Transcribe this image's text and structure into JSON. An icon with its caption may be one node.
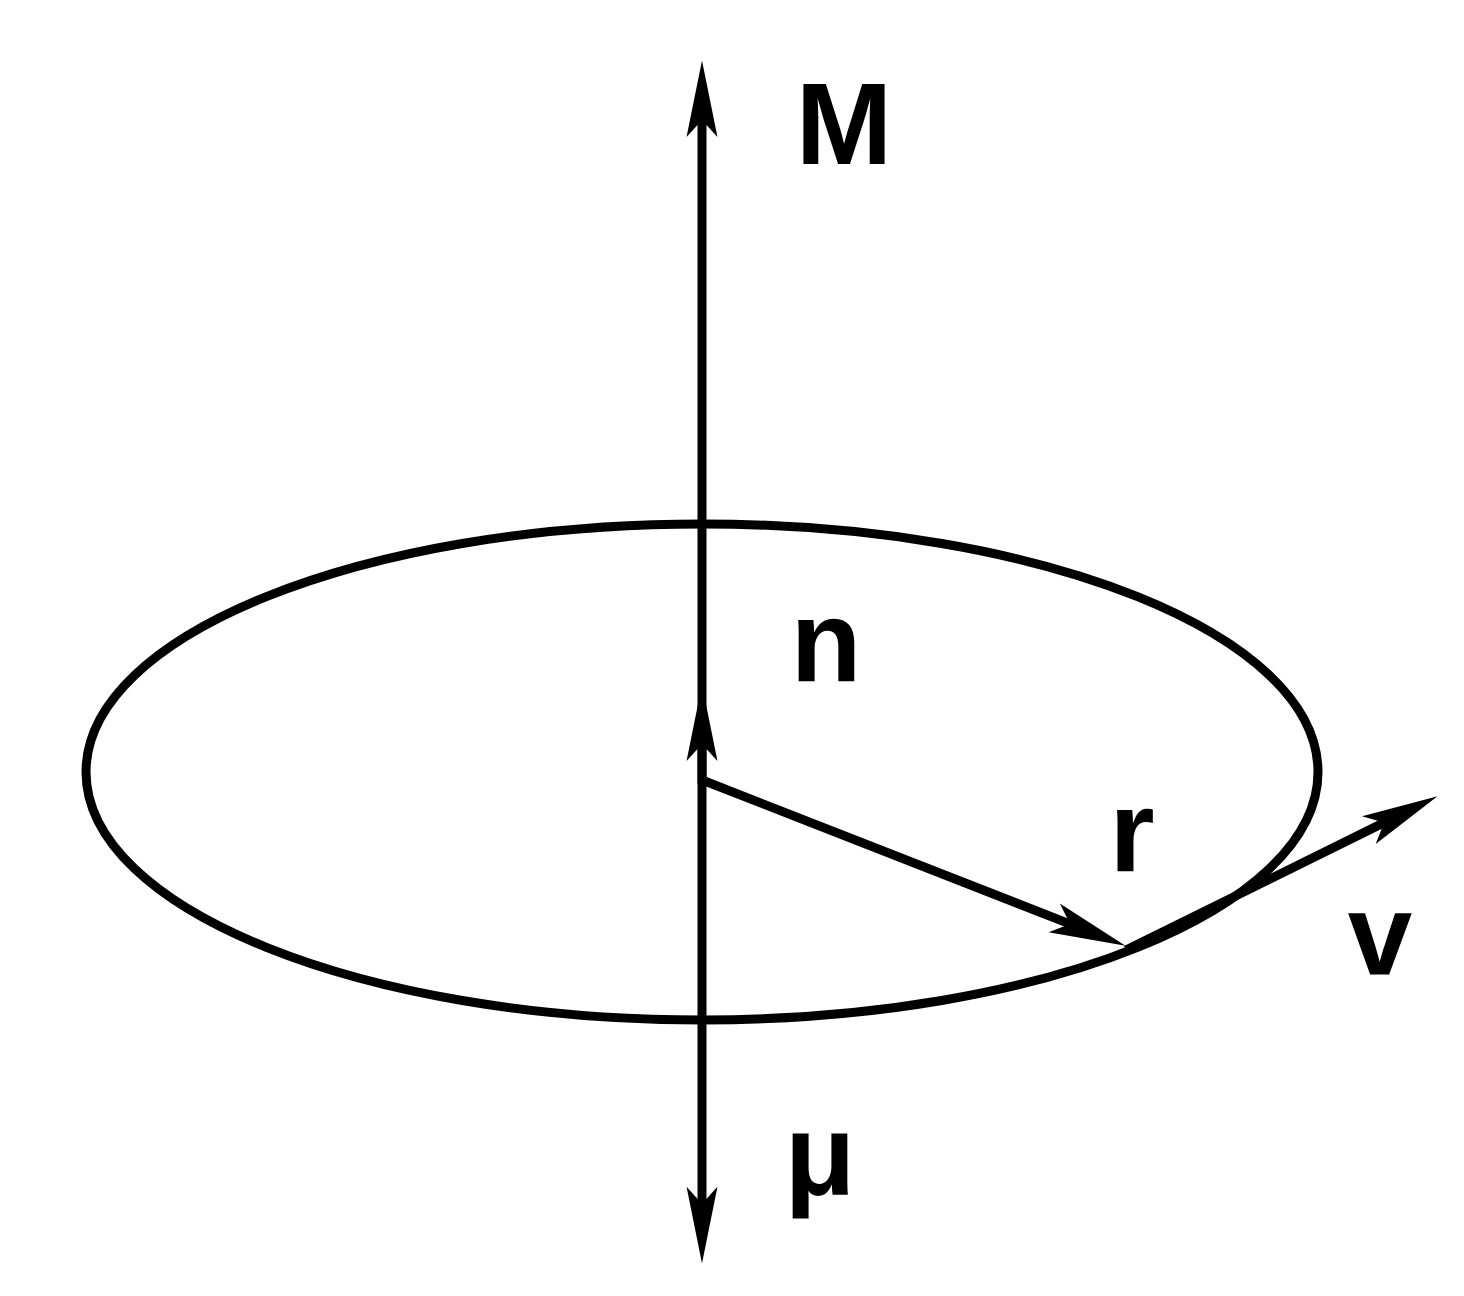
{
  "diagram": {
    "labels": [
      "M",
      "n",
      "r",
      "v",
      "μ"
    ]
  }
}
